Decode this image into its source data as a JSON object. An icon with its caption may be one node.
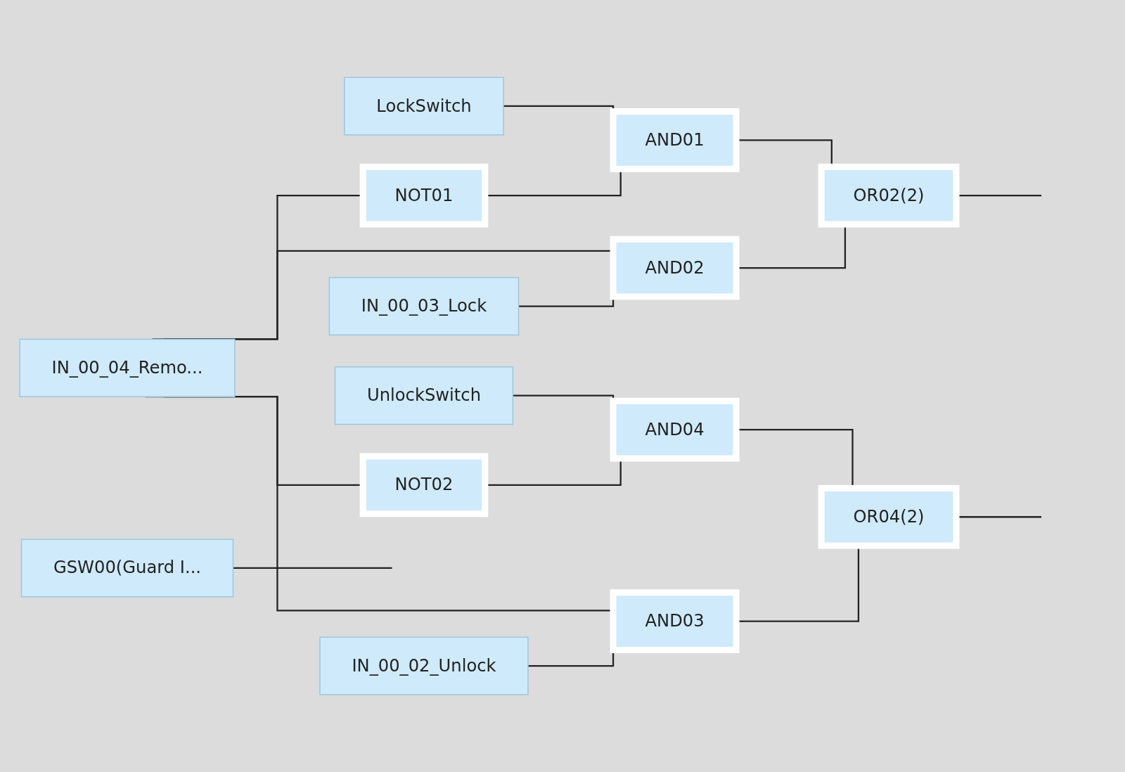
{
  "diagram": {
    "nodes": [
      {
        "text": [
          "IN_00_04_Remo..."
        ]
      },
      {
        "text": [
          "LockSwitch"
        ]
      },
      {
        "text": [
          "IN_00_03_Lock"
        ]
      },
      {
        "text": [
          "UnlockSwitch"
        ]
      },
      {
        "text": [
          "IN_00_02_Unlock"
        ]
      },
      {
        "text": [
          "GSW00(Guard I..."
        ]
      },
      {
        "text": [
          "NOT01"
        ]
      },
      {
        "text": [
          "AND01"
        ]
      },
      {
        "text": [
          "OR02(2)"
        ]
      },
      {
        "text": [
          "AND02"
        ]
      },
      {
        "text": [
          "NOT02"
        ]
      },
      {
        "text": [
          "AND04"
        ]
      },
      {
        "text": [
          "OR04(2)"
        ]
      },
      {
        "text": [
          "AND03"
        ]
      }
    ],
    "edges": [
      {
        "from": 0,
        "to": 6,
        "arrow": "none"
      },
      {
        "from": 0,
        "to": 9,
        "arrow": "none"
      },
      {
        "from": 0,
        "to": 10,
        "arrow": "none"
      },
      {
        "from": 0,
        "to": 13,
        "arrow": "none"
      },
      {
        "from": 1,
        "to": 7,
        "arrow": "none"
      },
      {
        "from": 2,
        "to": 9,
        "arrow": "none"
      },
      {
        "from": 6,
        "to": 7,
        "arrow": "none"
      },
      {
        "from": 7,
        "to": 8,
        "arrow": "none"
      },
      {
        "from": 9,
        "to": 8,
        "arrow": "none"
      },
      {
        "from": 3,
        "to": 11,
        "arrow": "none"
      },
      {
        "from": 4,
        "to": 13,
        "arrow": "none"
      },
      {
        "from": 10,
        "to": 11,
        "arrow": "none"
      },
      {
        "from": 11,
        "to": 12,
        "arrow": "none"
      },
      {
        "from": 13,
        "to": 12,
        "arrow": "none"
      },
      {
        "from": 8,
        "to": null,
        "arrow": "none"
      },
      {
        "from": 12,
        "to": null,
        "arrow": "none"
      },
      {
        "from": 5,
        "to": null,
        "arrow": "none"
      }
    ]
  }
}
